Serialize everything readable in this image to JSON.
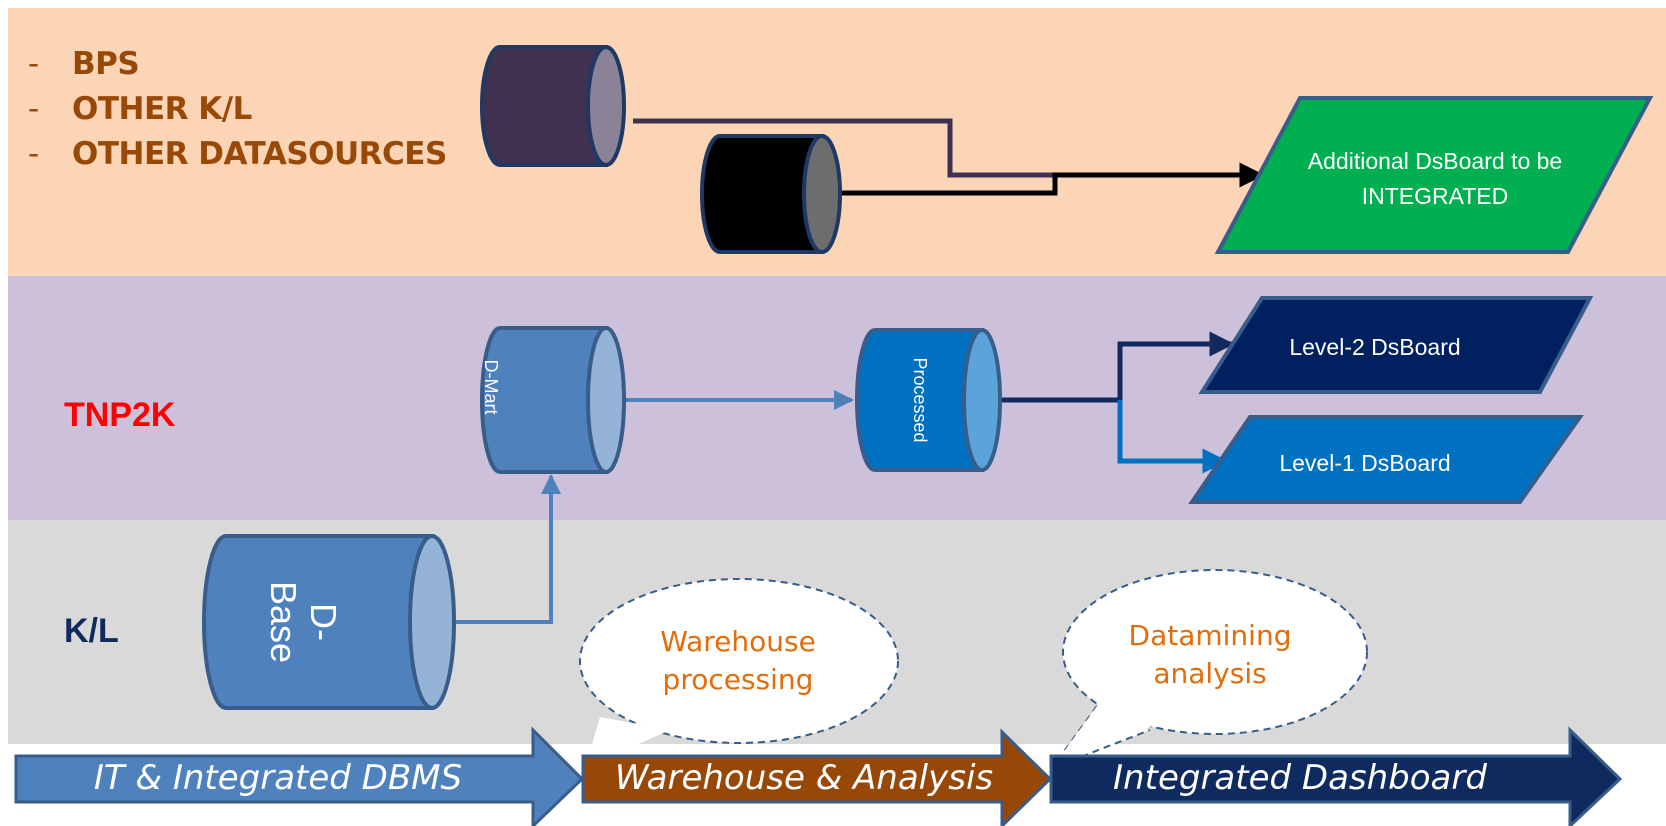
{
  "sources": {
    "dash": "-",
    "items": [
      "BPS",
      "OTHER K/L",
      "OTHER DATASOURCES"
    ]
  },
  "layers": {
    "tnp2k": "TNP2K",
    "kl": "K/L"
  },
  "nodes": {
    "additional_dashboard": "Additional DsBoard to be INTEGRATED",
    "level2_dashboard": "Level-2 DsBoard",
    "level1_dashboard": "Level-1 DsBoard",
    "dmart": "D-Mart",
    "processed": "Processed",
    "dbase": "D-Base"
  },
  "callouts": {
    "warehouse": "Warehouse processing",
    "datamining": "Datamining analysis"
  },
  "stages": [
    "IT & Integrated DBMS",
    "Warehouse & Analysis",
    "Integrated Dashboard"
  ],
  "colors": {
    "band_top": "#fbd5b5",
    "band_mid": "#ccc0da",
    "band_bot": "#d9d9d9",
    "source_text": "#984807",
    "tnp2k_text": "#ff0000",
    "kl_text": "#0f2a5e",
    "callout_text": "#e46c0a",
    "stage1": "#4f81bd",
    "stage2": "#974806",
    "stage3": "#0f2a5e",
    "additional_dashboard": "#00b050",
    "level2_dashboard": "#002060",
    "level1_dashboard": "#0070c0"
  }
}
